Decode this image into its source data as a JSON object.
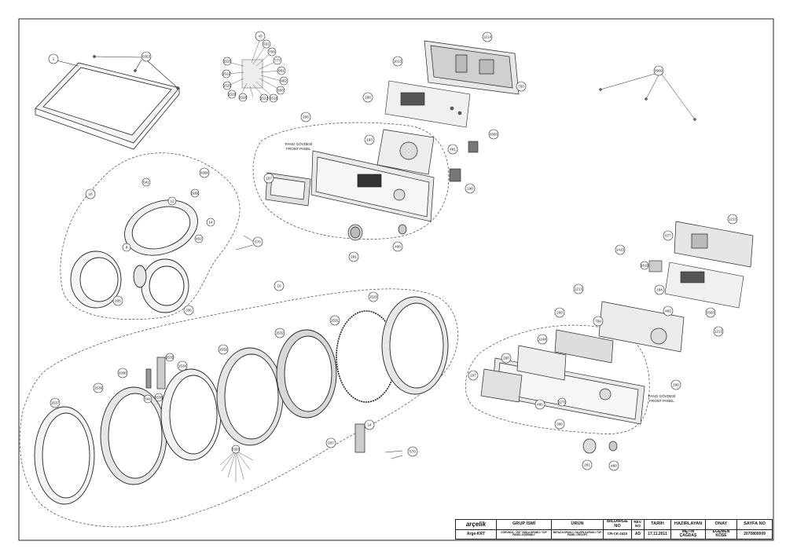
{
  "panel_labels": {
    "a_line1": "PANO GÖVDESİ",
    "a_line2": "FRONT PANEL",
    "b_line1": "PANO GÖVDESİ",
    "b_line2": "FRONT PANEL"
  },
  "callouts": [
    {
      "id": "c1",
      "label": "1"
    },
    {
      "id": "c2",
      "label": "0353"
    },
    {
      "id": "c3",
      "label": "43"
    },
    {
      "id": "c4",
      "label": "931"
    },
    {
      "id": "c5",
      "label": "700"
    },
    {
      "id": "c6",
      "label": "777"
    },
    {
      "id": "c7",
      "label": "901"
    },
    {
      "id": "c8",
      "label": "902"
    },
    {
      "id": "c9",
      "label": "903"
    },
    {
      "id": "c10",
      "label": "1516"
    },
    {
      "id": "c11",
      "label": "1520"
    },
    {
      "id": "c12",
      "label": "1522"
    },
    {
      "id": "c13",
      "label": "1525"
    },
    {
      "id": "c14",
      "label": "1523"
    },
    {
      "id": "c15",
      "label": "1528"
    },
    {
      "id": "c16",
      "label": "1529"
    },
    {
      "id": "c17",
      "label": "1214"
    },
    {
      "id": "c18",
      "label": "1013"
    },
    {
      "id": "c19",
      "label": "750"
    },
    {
      "id": "c20",
      "label": "186"
    },
    {
      "id": "c21",
      "label": "0900"
    },
    {
      "id": "c22",
      "label": "200"
    },
    {
      "id": "c23",
      "label": "193"
    },
    {
      "id": "c24",
      "label": "0393"
    },
    {
      "id": "c25",
      "label": "481"
    },
    {
      "id": "c26",
      "label": "197"
    },
    {
      "id": "c27",
      "label": "190"
    },
    {
      "id": "c28",
      "label": "281"
    },
    {
      "id": "c29",
      "label": "460"
    },
    {
      "id": "c30",
      "label": "18"
    },
    {
      "id": "c31",
      "label": "0380"
    },
    {
      "id": "c32",
      "label": "541"
    },
    {
      "id": "c33",
      "label": "12"
    },
    {
      "id": "c34",
      "label": "0181"
    },
    {
      "id": "c35",
      "label": "14"
    },
    {
      "id": "c36",
      "label": "452"
    },
    {
      "id": "c37",
      "label": "570"
    },
    {
      "id": "c38",
      "label": "9"
    },
    {
      "id": "c39",
      "label": "335"
    },
    {
      "id": "c40",
      "label": "336"
    },
    {
      "id": "c41",
      "label": "10"
    },
    {
      "id": "c42",
      "label": "1520"
    },
    {
      "id": "c43",
      "label": "1531"
    },
    {
      "id": "c44",
      "label": "1532"
    },
    {
      "id": "c45",
      "label": "1533"
    },
    {
      "id": "c46",
      "label": "1534"
    },
    {
      "id": "c47",
      "label": "1535"
    },
    {
      "id": "c48",
      "label": "1536"
    },
    {
      "id": "c49",
      "label": "0390"
    },
    {
      "id": "c50",
      "label": "541"
    },
    {
      "id": "c51",
      "label": "1537"
    },
    {
      "id": "c52",
      "label": "1539"
    },
    {
      "id": "c53",
      "label": "0393"
    },
    {
      "id": "c54",
      "label": "937"
    },
    {
      "id": "c55",
      "label": "14"
    },
    {
      "id": "c56",
      "label": "570"
    },
    {
      "id": "c57",
      "label": "1213"
    },
    {
      "id": "c58",
      "label": "877"
    },
    {
      "id": "c59",
      "label": "1415"
    },
    {
      "id": "c60",
      "label": "1610"
    },
    {
      "id": "c61",
      "label": "184"
    },
    {
      "id": "c62",
      "label": "1213"
    },
    {
      "id": "c63",
      "label": "200"
    },
    {
      "id": "c64",
      "label": "481"
    },
    {
      "id": "c65",
      "label": "0393"
    },
    {
      "id": "c66",
      "label": "750"
    },
    {
      "id": "c67",
      "label": "1213"
    },
    {
      "id": "c68",
      "label": "1248"
    },
    {
      "id": "c69",
      "label": "200"
    },
    {
      "id": "c70",
      "label": "197"
    },
    {
      "id": "c71",
      "label": "190"
    },
    {
      "id": "c72",
      "label": "485"
    },
    {
      "id": "c73",
      "label": "1271"
    },
    {
      "id": "c74",
      "label": "300"
    },
    {
      "id": "c75",
      "label": "281"
    },
    {
      "id": "c76",
      "label": "460"
    }
  ],
  "title_block": {
    "logo": "arçelik",
    "company": "Arge-KRT",
    "group_header": "GRUP İSMİ",
    "group_value": "GÖRÜNÜŞ - ÜST TABLA GRUBU / TOP PANEL ASSEMBLY",
    "product_header": "ÜRÜN",
    "product_value": "BEYAZ-KAPAKLI / SILVER-KAPAKLI TOP PANEL GROUPS",
    "doc_header_1": "BİLDİRGE",
    "doc_header_2": "NO",
    "doc_value": "CR-CK-2410",
    "rev_header_1": "REV.",
    "rev_header_2": "NO",
    "rev_value": "AD",
    "date_header": "TARİH",
    "date_value": "17.11.2011",
    "prepared_header": "HAZIRLAYAN",
    "prepared_value_1": "METİN",
    "prepared_value_2": "ÇAĞDAŞ",
    "approve_header": "ONAY",
    "approve_value_1": "EGEMEN",
    "approve_value_2": "KÖSE",
    "page_header": "SAYFA NO",
    "page_value": "2070800009"
  }
}
